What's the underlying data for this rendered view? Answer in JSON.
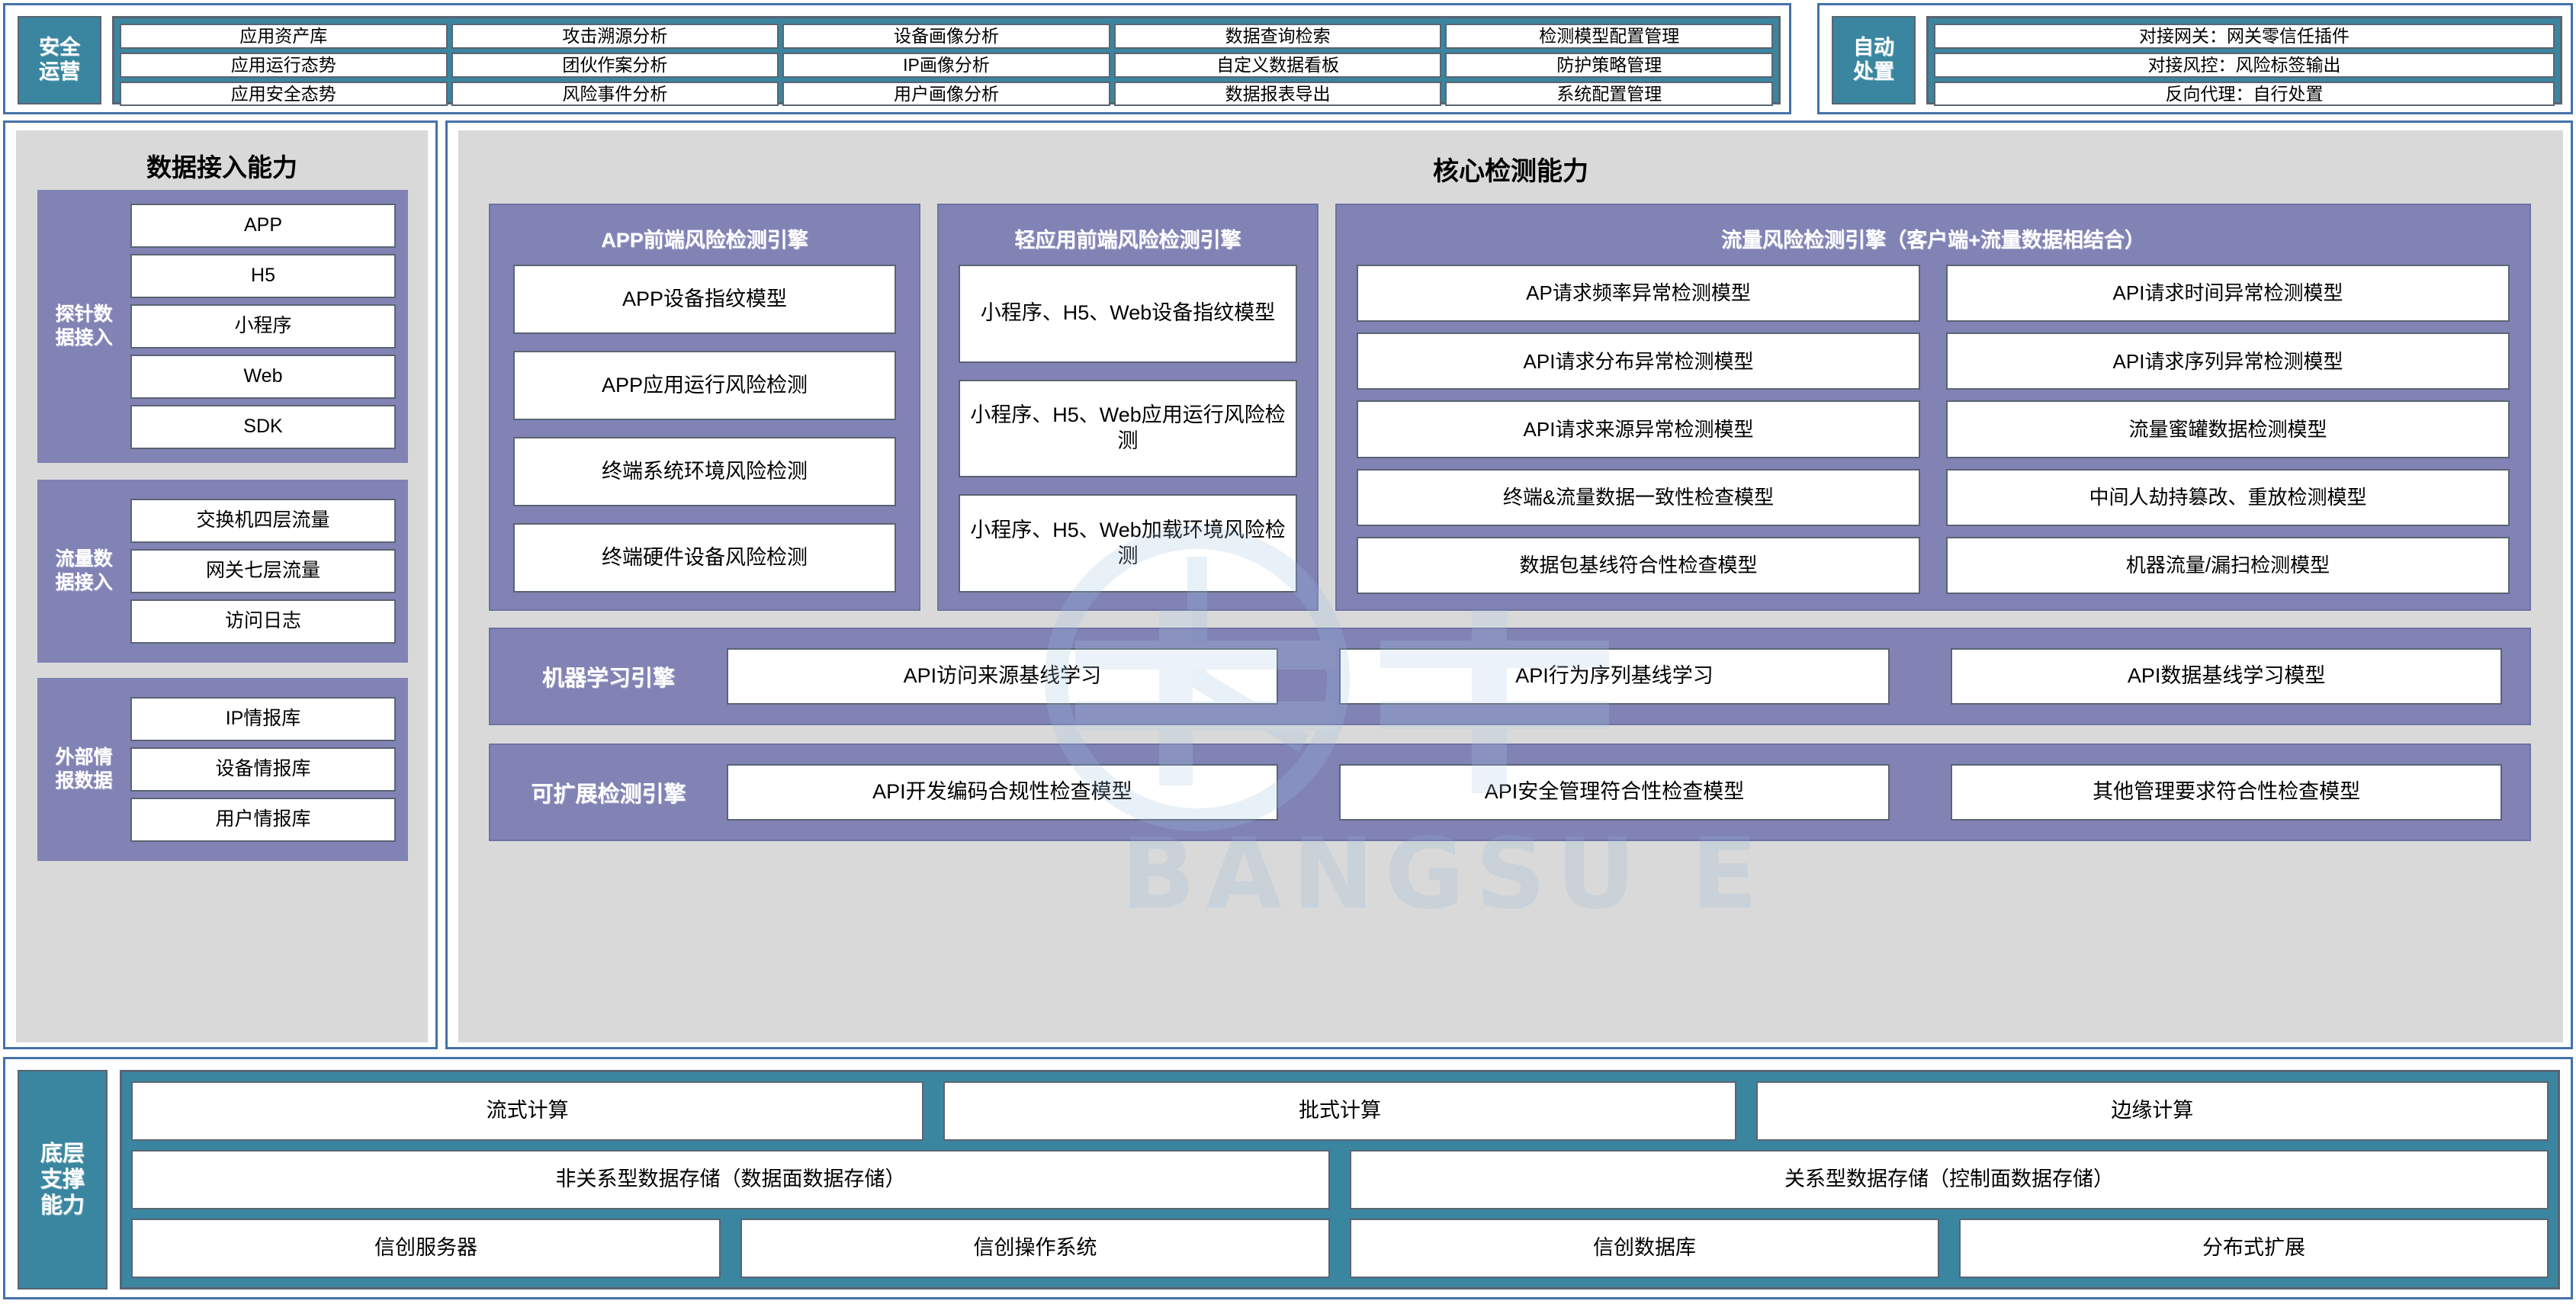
{
  "security_operations": {
    "label": "安全\n运营",
    "items": [
      "应用资产库",
      "攻击溯源分析",
      "设备画像分析",
      "数据查询检索",
      "检测模型配置管理",
      "应用运行态势",
      "团伙作案分析",
      "IP画像分析",
      "自定义数据看板",
      "防护策略管理",
      "应用安全态势",
      "风险事件分析",
      "用户画像分析",
      "数据报表导出",
      "系统配置管理"
    ]
  },
  "auto_disposal": {
    "label": "自动\n处置",
    "items": [
      "对接网关：网关零信任插件",
      "对接风控：风险标签输出",
      "反向代理：自行处置"
    ]
  },
  "data_access": {
    "title": "数据接入能力",
    "groups": [
      {
        "label": "探针数\n据接入",
        "items": [
          "APP",
          "H5",
          "小程序",
          "Web",
          "SDK"
        ]
      },
      {
        "label": "流量数\n据接入",
        "items": [
          "交换机四层流量",
          "网关七层流量",
          "访问日志"
        ]
      },
      {
        "label": "外部情\n报数据",
        "items": [
          "IP情报库",
          "设备情报库",
          "用户情报库"
        ]
      }
    ]
  },
  "core_detection": {
    "title": "核心检测能力",
    "engine_app": {
      "title": "APP前端风险检测引擎",
      "items": [
        "APP设备指纹模型",
        "APP应用运行风险检测",
        "终端系统环境风险检测",
        "终端硬件设备风险检测"
      ]
    },
    "engine_light": {
      "title": "轻应用前端风险检测引擎",
      "items": [
        "小程序、H5、Web设备指纹模型",
        "小程序、H5、Web应用运行风险检测",
        "小程序、H5、Web加载环境风险检测"
      ]
    },
    "engine_flow": {
      "title": "流量风险检测引擎（客户端+流量数据相结合）",
      "items": [
        "AP请求频率异常检测模型",
        "API请求时间异常检测模型",
        "API请求分布异常检测模型",
        "API请求序列异常检测模型",
        "API请求来源异常检测模型",
        "流量蜜罐数据检测模型",
        "终端&流量数据一致性检查模型",
        "中间人劫持篡改、重放检测模型",
        "数据包基线符合性检查模型",
        "机器流量/漏扫检测模型"
      ]
    },
    "engine_ml": {
      "label": "机器学习引擎",
      "items": [
        "API访问来源基线学习",
        "API行为序列基线学习",
        "API数据基线学习模型"
      ]
    },
    "engine_ext": {
      "label": "可扩展检测引擎",
      "items": [
        "API开发编码合规性检查模型",
        "API安全管理符合性检查模型",
        "其他管理要求符合性检查模型"
      ]
    }
  },
  "bottom_support": {
    "label": "底层\n支撑\n能力",
    "row1": [
      "流式计算",
      "批式计算",
      "边缘计算"
    ],
    "row2": [
      "非关系型数据存储（数据面数据存储）",
      "关系型数据存储（控制面数据存储）"
    ],
    "row3": [
      "信创服务器",
      "信创操作系统",
      "信创数据库",
      "分布式扩展"
    ]
  },
  "colors": {
    "teal": "#3A86A0",
    "purple": "#8183B5",
    "gray": "#D9D9D9",
    "border_blue": "#4472A8",
    "box_border": "#5A6472"
  }
}
